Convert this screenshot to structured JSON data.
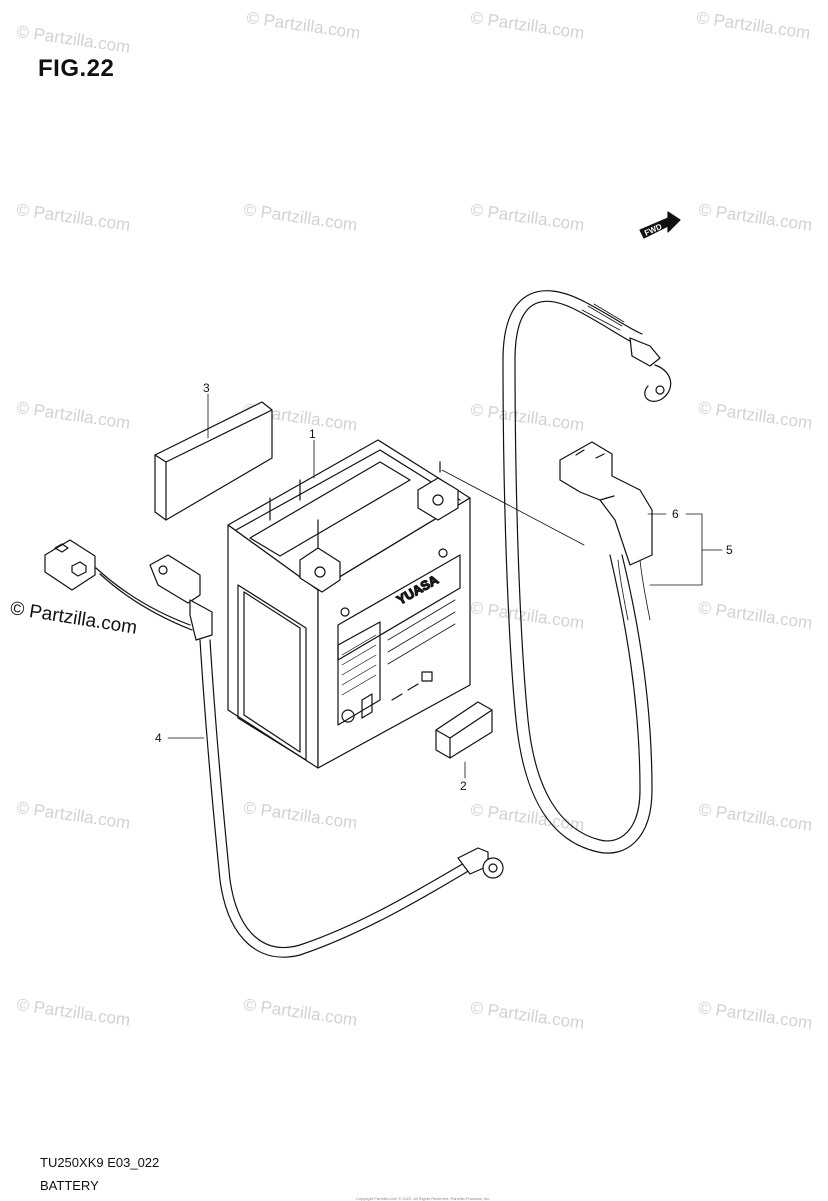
{
  "figure": {
    "title": "FIG.22",
    "model_code": "TU250XK9 E03_022",
    "section_name": "BATTERY"
  },
  "watermark": {
    "text": "© Partzilla.com"
  },
  "fwd_indicator": "FWD",
  "battery_brand": "YUASA",
  "copyright_note": "Copyright Partzilla.com © 2022. All Rights Reserved. Partzilla Products, Inc.",
  "callouts": [
    {
      "id": "1"
    },
    {
      "id": "2"
    },
    {
      "id": "3"
    },
    {
      "id": "4"
    },
    {
      "id": "5"
    },
    {
      "id": "6"
    }
  ]
}
